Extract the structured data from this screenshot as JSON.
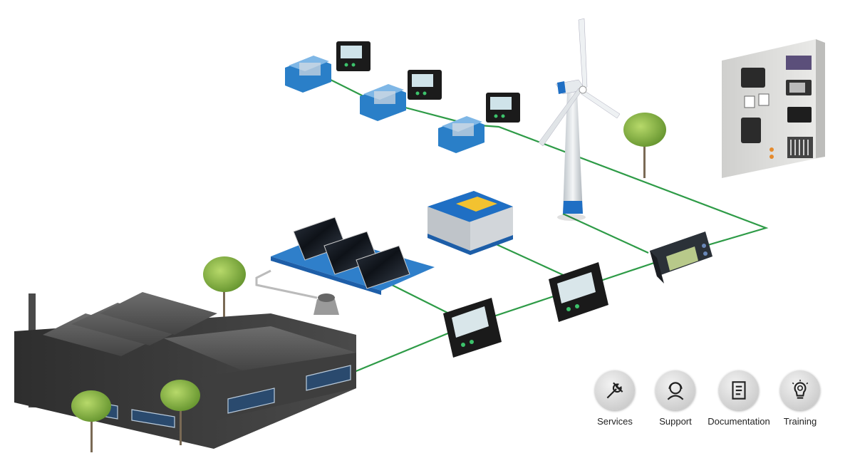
{
  "colors": {
    "link": "#2e9b47",
    "roof": "#5c5c5c",
    "wall": "#3f3f3f",
    "panel": "#e4e4e2",
    "accent_blue": "#1f6fc4"
  },
  "services": [
    {
      "label": "Services",
      "icon": "tools-icon"
    },
    {
      "label": "Support",
      "icon": "headset-icon"
    },
    {
      "label": "Documentation",
      "icon": "document-icon"
    },
    {
      "label": "Training",
      "icon": "lightbulb-gear-icon"
    }
  ]
}
